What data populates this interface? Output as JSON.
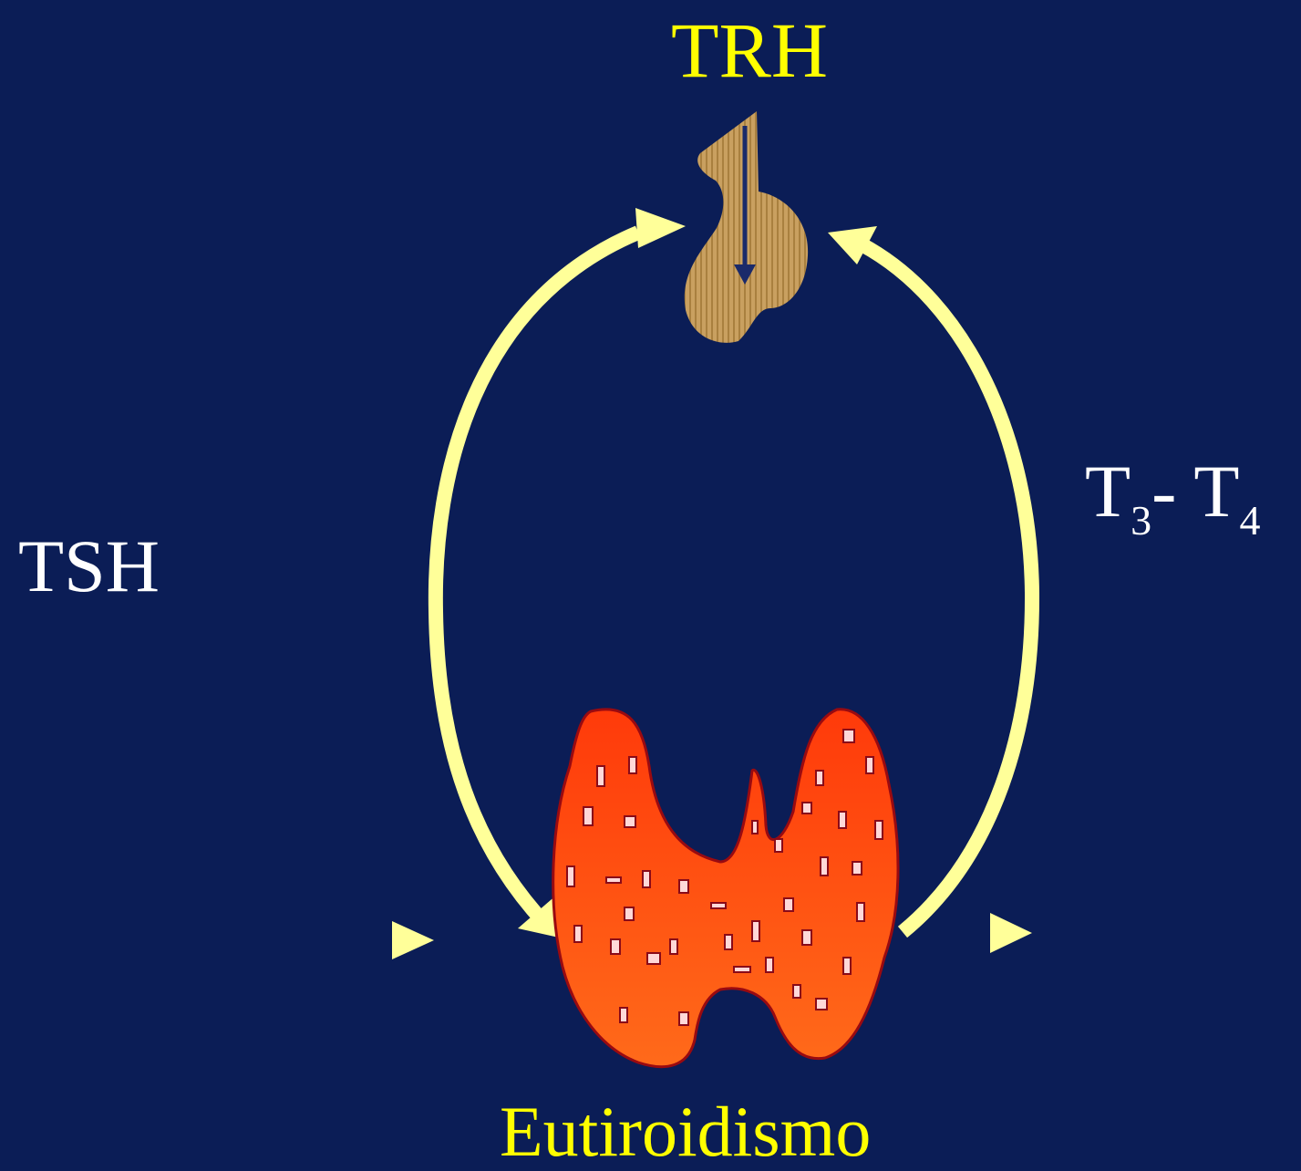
{
  "colors": {
    "background": "#0b1d56",
    "arrow": "#ffff99",
    "title_text": "#ffff00",
    "label_text": "#ffffff",
    "thyroid": "#ff4a10",
    "pituitary": "#c49a5a"
  },
  "diagram": {
    "top_label": "TRH",
    "left_label": "TSH",
    "right_label": {
      "first": "T",
      "first_sub": "3",
      "separator": "- ",
      "second": "T",
      "second_sub": "4"
    },
    "bottom_label": "Eutiroidismo",
    "icons": [
      "pituitary-gland-icon",
      "thyroid-gland-icon"
    ]
  }
}
